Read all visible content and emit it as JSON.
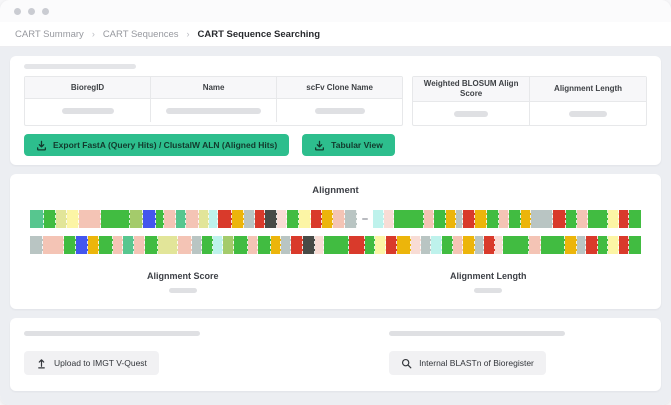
{
  "breadcrumb": {
    "items": [
      "CART Summary",
      "CART Sequences",
      "CART Sequence Searching"
    ],
    "separator": "›"
  },
  "results_card": {
    "left_table": {
      "headers": [
        "BioregID",
        "Name",
        "scFv Clone Name"
      ]
    },
    "right_table": {
      "headers": [
        "Weighted BLOSUM Align Score",
        "Alignment Length"
      ]
    },
    "buttons": [
      {
        "label": "Export FastA (Query Hits) / ClustalW ALN (Aligned Hits)",
        "icon": "download-icon"
      },
      {
        "label": "Tabular View",
        "icon": "download-icon"
      }
    ]
  },
  "alignment_card": {
    "title": "Alignment",
    "score_label": "Alignment Score",
    "length_label": "Alignment Length",
    "palette": {
      "green": "#41BC41",
      "seagreen": "#57C68F",
      "olive": "#A4CB6B",
      "khaki": "#E2E599",
      "paleyellow": "#FCF5A5",
      "salmon": "#F4C4B5",
      "lightpink": "#F8DCD5",
      "blue": "#4456EE",
      "red": "#D93A2B",
      "gold": "#ECB50B",
      "gray": "#B9C5C3",
      "dark": "#474B47",
      "palecyan": "#BEF2EC"
    },
    "rows": [
      [
        [
          "seagreen",
          13
        ],
        [
          "green",
          12
        ],
        [
          "khaki",
          10
        ],
        [
          "paleyellow",
          12
        ],
        [
          "salmon",
          22
        ],
        [
          "green",
          29
        ],
        [
          "olive",
          12
        ],
        [
          "blue",
          13
        ],
        [
          "green",
          7
        ],
        [
          "salmon",
          11
        ],
        [
          "seagreen",
          10
        ],
        [
          "salmon",
          12
        ],
        [
          "khaki",
          10
        ],
        [
          "palecyan",
          8
        ],
        [
          "red",
          13
        ],
        [
          "gold",
          12
        ],
        [
          "gray",
          10
        ],
        [
          "red",
          10
        ],
        [
          "dark",
          11
        ],
        [
          "lightpink",
          9
        ],
        [
          "green",
          12
        ],
        [
          "paleyellow",
          11
        ],
        [
          "red",
          11
        ],
        [
          "gold",
          10
        ],
        [
          "salmon",
          11
        ],
        [
          "gray",
          12
        ],
        [
          "gap",
          10
        ],
        [
          "palecyan",
          11
        ],
        [
          "lightpink",
          9
        ],
        [
          "green",
          30
        ],
        [
          "salmon",
          10
        ],
        [
          "green",
          11
        ],
        [
          "gold",
          9
        ],
        [
          "gray",
          7
        ],
        [
          "red",
          11
        ],
        [
          "gold",
          11
        ],
        [
          "green",
          12
        ],
        [
          "salmon",
          9
        ],
        [
          "green",
          12
        ],
        [
          "gold",
          9
        ],
        [
          "gray",
          22
        ],
        [
          "red",
          12
        ],
        [
          "green",
          11
        ],
        [
          "salmon",
          10
        ],
        [
          "green",
          20
        ],
        [
          "paleyellow",
          10
        ],
        [
          "red",
          10
        ],
        [
          "green",
          12
        ]
      ],
      [
        [
          "gray",
          12
        ],
        [
          "salmon",
          21
        ],
        [
          "green",
          12
        ],
        [
          "blue",
          11
        ],
        [
          "gold",
          11
        ],
        [
          "green",
          13
        ],
        [
          "salmon",
          10
        ],
        [
          "seagreen",
          10
        ],
        [
          "salmon",
          10
        ],
        [
          "green",
          13
        ],
        [
          "khaki",
          20
        ],
        [
          "salmon",
          13
        ],
        [
          "gray",
          10
        ],
        [
          "green",
          10
        ],
        [
          "palecyan",
          10
        ],
        [
          "olive",
          10
        ],
        [
          "green",
          14
        ],
        [
          "salmon",
          9
        ],
        [
          "green",
          12
        ],
        [
          "gold",
          10
        ],
        [
          "gray",
          9
        ],
        [
          "red",
          12
        ],
        [
          "dark",
          11
        ],
        [
          "lightpink",
          9
        ],
        [
          "green",
          24
        ],
        [
          "red",
          16
        ],
        [
          "green",
          10
        ],
        [
          "paleyellow",
          10
        ],
        [
          "red",
          10
        ],
        [
          "gold",
          14
        ],
        [
          "lightpink",
          9
        ],
        [
          "gray",
          10
        ],
        [
          "palecyan",
          10
        ],
        [
          "green",
          11
        ],
        [
          "salmon",
          9
        ],
        [
          "gold",
          11
        ],
        [
          "gray",
          9
        ],
        [
          "red",
          10
        ],
        [
          "lightpink",
          8
        ],
        [
          "green",
          26
        ],
        [
          "salmon",
          11
        ],
        [
          "green",
          24
        ],
        [
          "gold",
          11
        ],
        [
          "gray",
          9
        ],
        [
          "red",
          11
        ],
        [
          "green",
          10
        ],
        [
          "paleyellow",
          10
        ],
        [
          "red",
          10
        ],
        [
          "green",
          12
        ]
      ]
    ]
  },
  "actions_card": {
    "left_button": {
      "label": "Upload to IMGT V-Quest",
      "icon": "upload-icon"
    },
    "right_button": {
      "label": "Internal BLASTn of Bioregister",
      "icon": "search-icon"
    }
  },
  "colors": {
    "accent_green": "#2DBE8D",
    "content_background": "#eceef2",
    "skeleton": "#dfe0e3"
  }
}
